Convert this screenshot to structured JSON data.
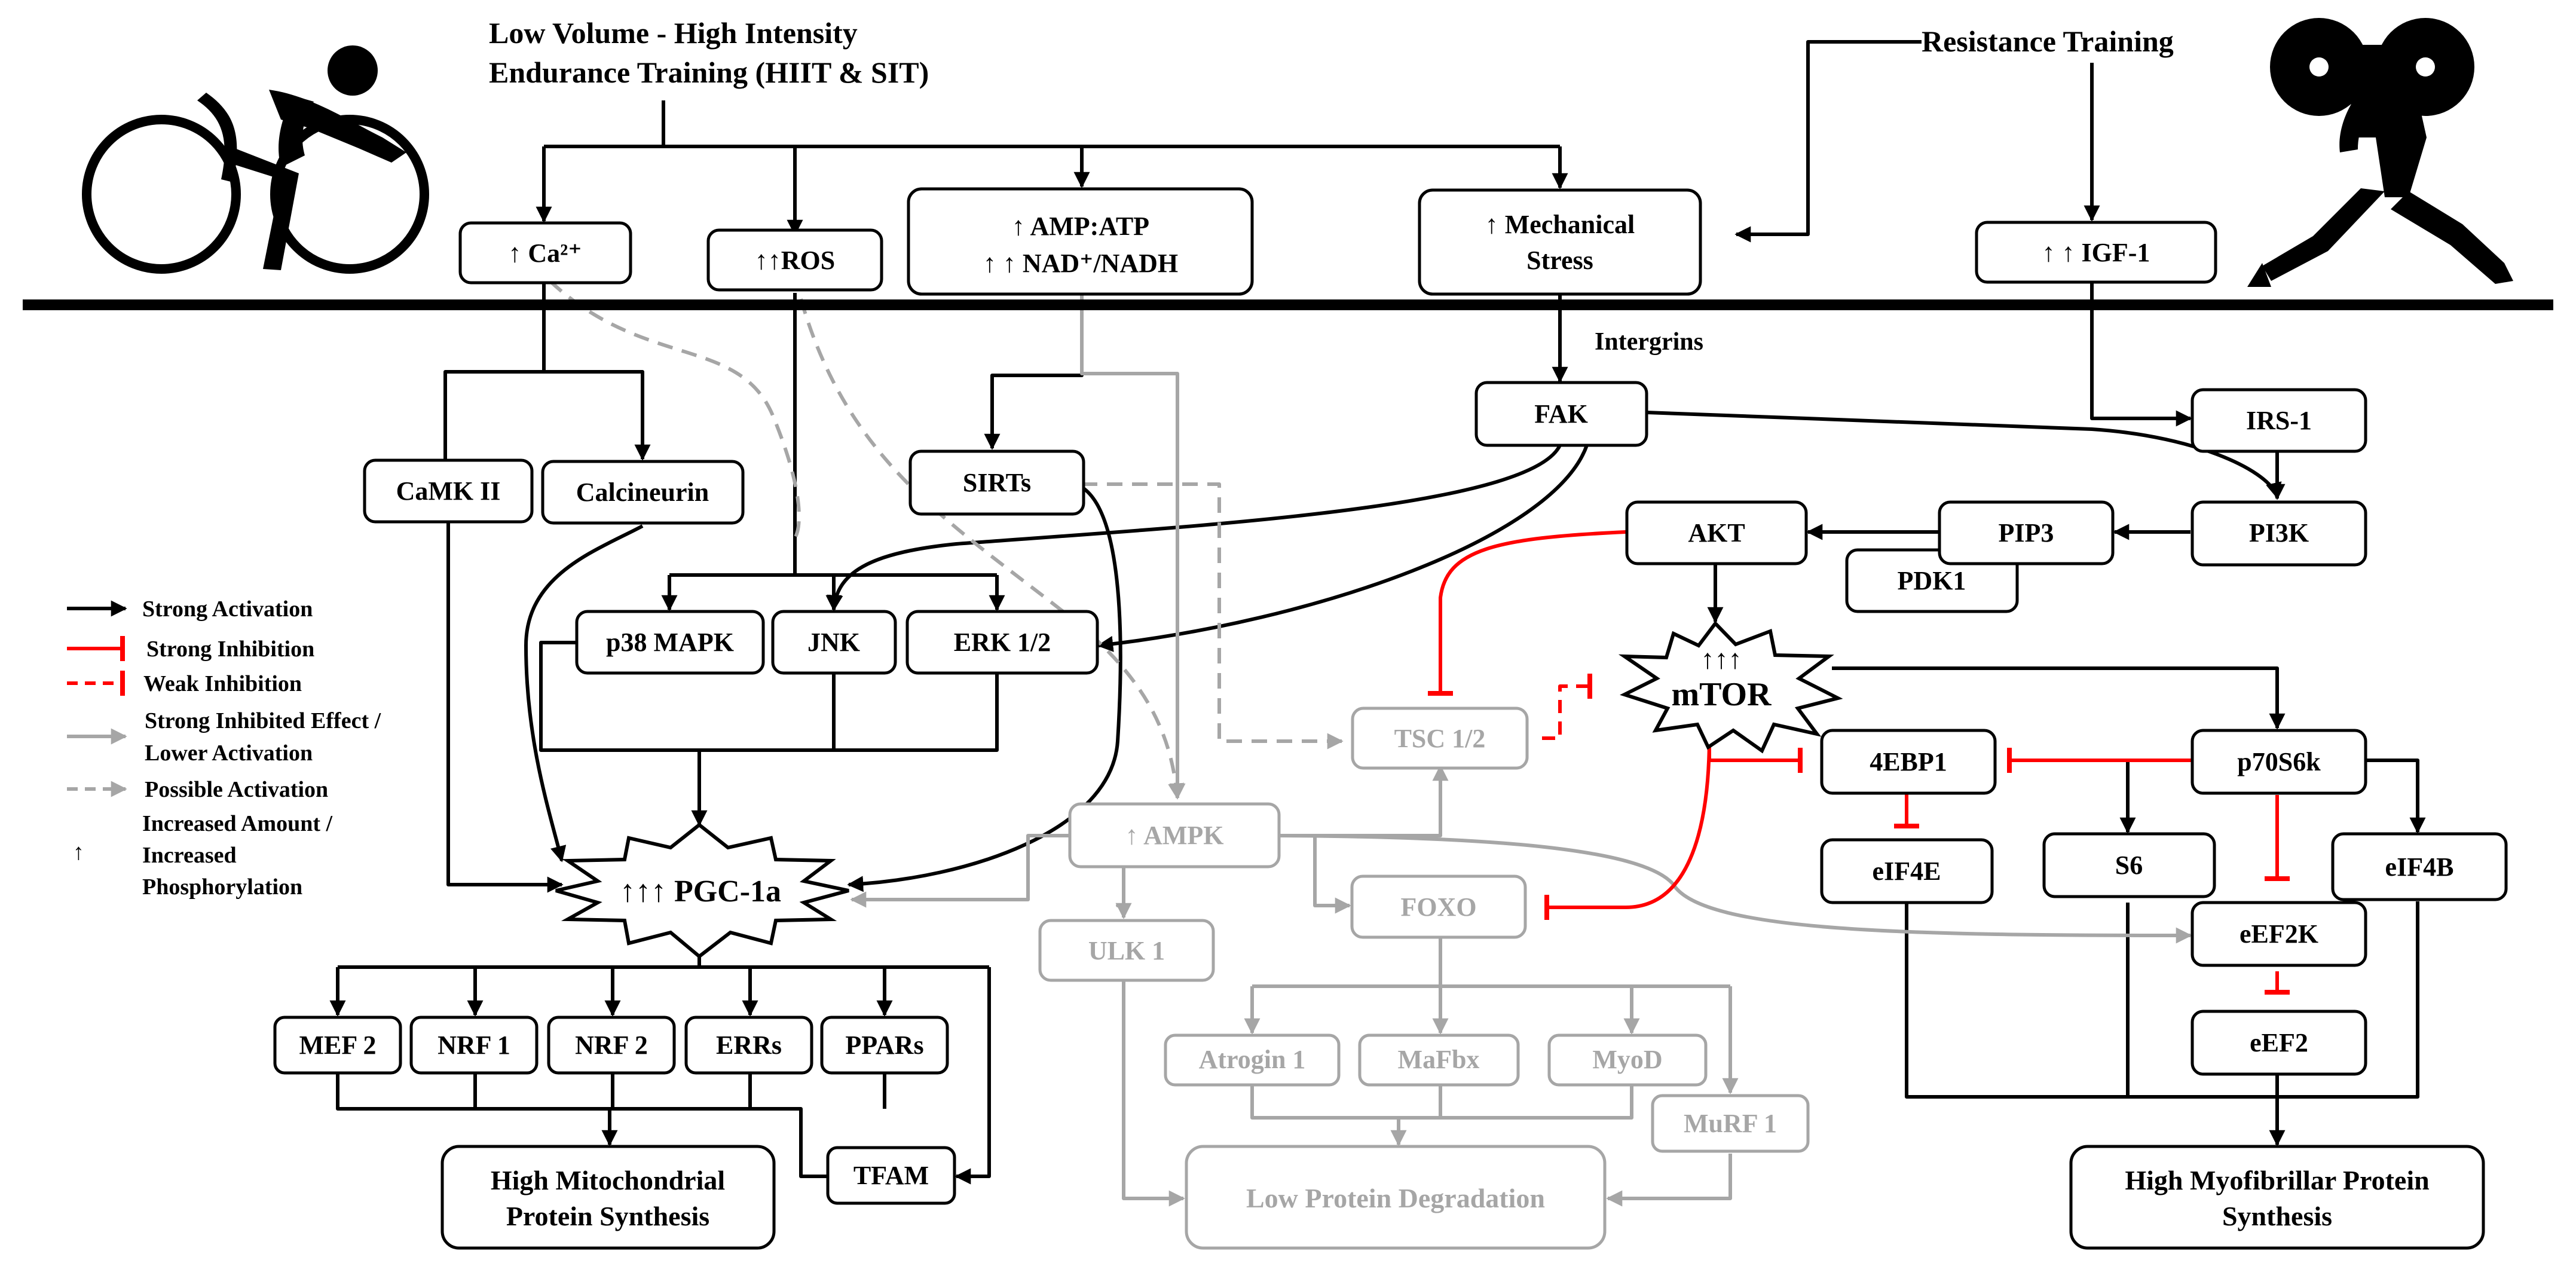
{
  "headers": {
    "endurance_line1": "Low Volume - High Intensity",
    "endurance_line2": "Endurance Training (HIIT & SIT)",
    "resistance": "Resistance Training"
  },
  "nodes": {
    "ca": "↑ Ca²⁺",
    "ros": "↑↑ROS",
    "amp_line1": "↑ AMP:ATP",
    "amp_line2": "↑ ↑ NAD⁺/NADH",
    "mech_line1": "↑ Mechanical",
    "mech_line2": "Stress",
    "igf1": "↑ ↑ IGF-1",
    "integrins": "Intergrins",
    "fak": "FAK",
    "irs1": "IRS-1",
    "pi3k": "PI3K",
    "pip3": "PIP3",
    "pdk1": "PDK1",
    "akt": "AKT",
    "mtor_arrows": "↑↑↑",
    "mtor": "mTOR",
    "camk2": "CaMK II",
    "calcineurin": "Calcineurin",
    "sirts": "SIRTs",
    "p38": "p38 MAPK",
    "jnk": "JNK",
    "erk": "ERK 1/2",
    "tsc": "TSC 1/2",
    "pgc": "↑↑↑ PGC-1a",
    "ampk": "↑ AMPK",
    "ulk1": "ULK 1",
    "foxo": "FOXO",
    "ebp1": "4EBP1",
    "p70s6k": "p70S6k",
    "eif4e": "eIF4E",
    "s6": "S6",
    "eif4b": "eIF4B",
    "eef2k": "eEF2K",
    "eef2": "eEF2",
    "mef2": "MEF 2",
    "nrf1": "NRF 1",
    "nrf2": "NRF 2",
    "errs": "ERRs",
    "ppars": "PPARs",
    "atrogin": "Atrogin 1",
    "mafbx": "MaFbx",
    "myod": "MyoD",
    "murf1": "MuRF 1",
    "tfam": "TFAM",
    "mito_line1": "High Mitochondrial",
    "mito_line2": "Protein Synthesis",
    "lowdeg": "Low Protein Degradation",
    "myo_line1": "High Myofibrillar Protein",
    "myo_line2": "Synthesis"
  },
  "legend": {
    "strong_activation": "Strong Activation",
    "strong_inhibition": "Strong Inhibition",
    "weak_inhibition": "Weak Inhibition",
    "inhibited_line1": "Strong Inhibited Effect /",
    "inhibited_line2": "Lower Activation",
    "possible_activation": "Possible Activation",
    "increase_symbol": "↑",
    "increase_line1": "Increased Amount /",
    "increase_line2": "Increased",
    "increase_line3": "Phosphorylation"
  },
  "colors": {
    "active": "#000000",
    "inhibition": "#ff0000",
    "lower_activation": "#a6a6a6"
  },
  "icons": [
    "cyclist-icon",
    "weightlifter-icon"
  ]
}
